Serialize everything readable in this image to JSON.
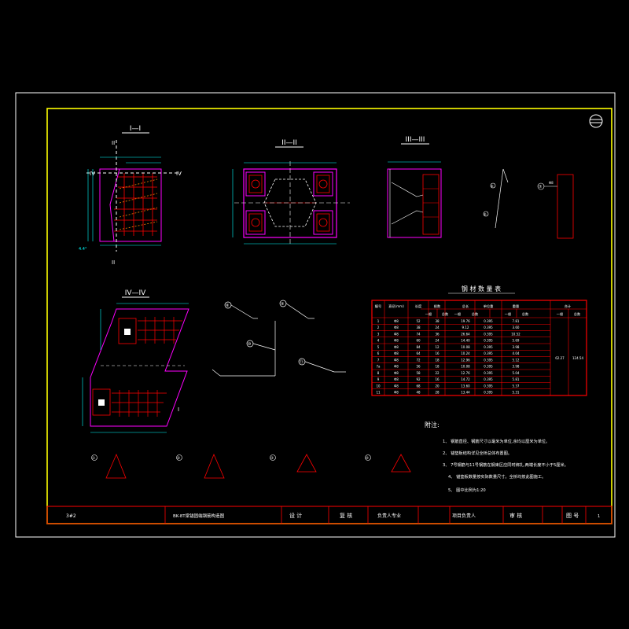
{
  "colors": {
    "background": "#000000",
    "outer_border": "#ffffff",
    "frame": "#ffff00",
    "title_bar": "#ff0000",
    "concrete": "#ff00ff",
    "rebar": "#ff0000",
    "dimension": "#00ffff",
    "text": "#ffffff",
    "anchor": "#ff7f00"
  },
  "views": {
    "sec1": "I—I",
    "sec2": "II—II",
    "sec3": "III—III",
    "sec4": "IV—IV",
    "mark_II": "II",
    "mark_IV": "IV",
    "mark_I": "I"
  },
  "table": {
    "title": "钢 材 数 量 表",
    "headers": {
      "no": "编号",
      "dia": "直径(mm)",
      "len": "长度",
      "count": "根数",
      "total": "总长",
      "unit_wt": "单位重",
      "weight": "重量",
      "sum": "合计"
    },
    "sub": {
      "a": "一根",
      "b": "总数"
    },
    "rows": [
      [
        "1",
        "Φ8",
        "52",
        "38",
        "19.76",
        "0.395",
        "7.81"
      ],
      [
        "2",
        "Φ8",
        "38",
        "24",
        "9.12",
        "0.395",
        "3.60"
      ],
      [
        "3",
        "Φ8",
        "74",
        "36",
        "26.64",
        "0.395",
        "10.52"
      ],
      [
        "4",
        "Φ8",
        "60",
        "24",
        "14.40",
        "0.395",
        "5.69"
      ],
      [
        "5",
        "Φ8",
        "84",
        "12",
        "10.08",
        "0.395",
        "3.98"
      ],
      [
        "6",
        "Φ8",
        "64",
        "16",
        "10.24",
        "0.395",
        "4.04"
      ],
      [
        "7",
        "Φ8",
        "72",
        "18",
        "12.96",
        "0.395",
        "5.12"
      ],
      [
        "7a",
        "Φ8",
        "56",
        "18",
        "10.08",
        "0.395",
        "3.98"
      ],
      [
        "8",
        "Φ8",
        "58",
        "22",
        "12.76",
        "0.395",
        "5.04"
      ],
      [
        "9",
        "Φ8",
        "92",
        "16",
        "14.72",
        "0.395",
        "5.81"
      ],
      [
        "10",
        "Φ8",
        "68",
        "20",
        "13.60",
        "0.395",
        "5.37"
      ],
      [
        "11",
        "Φ8",
        "48",
        "28",
        "13.44",
        "0.395",
        "5.31"
      ]
    ],
    "merged_a": "62.27",
    "merged_b": "124.54"
  },
  "notes": {
    "title": "附注:",
    "items": [
      "1、 钢筋直径、钢筋尺寸以毫米为单位,余均以厘米为单位。",
      "2、 锚垫板结构详见全桥总体布置图。",
      "3、 7号钢筋与11号钢筋在钢束区应同时绑扎,两端长度不小于5厘米。",
      "4、 锚垫板数量按实际数量尺寸。全桥均按此图施工。",
      "5、 图中比例为1:20"
    ]
  },
  "title_block": {
    "code": "3#2",
    "drawing": "BK-8T梁锚固端钢筋构造图",
    "design": "设 计",
    "check": "复 核",
    "chief": "负责人专业",
    "proj": "项目负责人",
    "review": "审 核",
    "figno": "图 号",
    "sheet": "1"
  },
  "labels": {
    "n1": "①",
    "n2": "②",
    "n3": "③",
    "n4": "④",
    "n5": "⑤",
    "n6": "⑥",
    "n7": "⑦",
    "n8": "⑧",
    "n9": "⑨",
    "n10": "⑩",
    "n11": "⑪",
    "phi": "Φ8"
  }
}
